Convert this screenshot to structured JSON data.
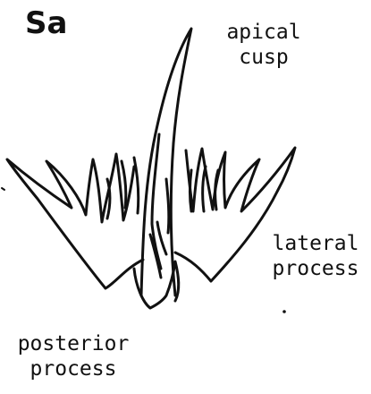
{
  "figure": {
    "panel_label": "Sa",
    "labels": {
      "apical_line1": "apical",
      "apical_line2": "cusp",
      "lateral_line1": "lateral",
      "lateral_line2": "process",
      "posterior_line1": "posterior",
      "posterior_line2": "process"
    }
  },
  "colors": {
    "ink": "#111111",
    "background": "#ffffff"
  }
}
